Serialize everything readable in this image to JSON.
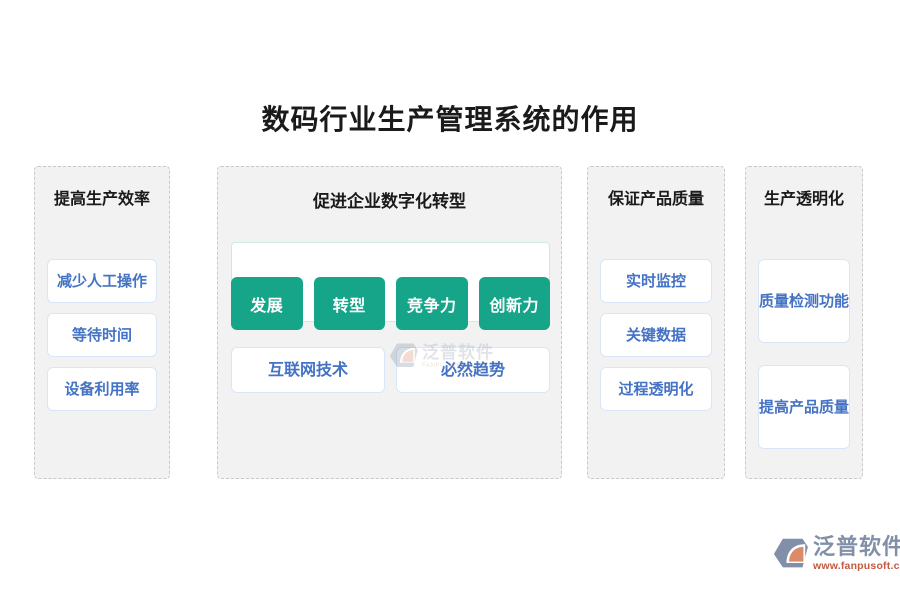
{
  "page": {
    "title": "数码行业生产管理系统的作用",
    "background_color": "#ffffff"
  },
  "colors": {
    "panel_fill": "#f2f2f2",
    "panel_border": "#c9c9c9",
    "card_border": "#d9e6f7",
    "card_text": "#4472c4",
    "chip_fill": "#17a589",
    "chip_text": "#ffffff",
    "heading_text": "#1a1a1a",
    "logo_cn": "#8190a8",
    "logo_en": "#c4593f"
  },
  "panels": [
    {
      "id": "panel-1",
      "heading": "提高生产效率",
      "items": [
        "减少人工操作",
        "等待时间",
        "设备利用率"
      ]
    },
    {
      "id": "panel-2",
      "heading": "促进企业数字化转型",
      "chips": [
        "发展",
        "转型",
        "竞争力",
        "创新力"
      ],
      "wide_items": [
        "互联网技术",
        "必然趋势"
      ]
    },
    {
      "id": "panel-3",
      "heading": "保证产品质量",
      "items": [
        "实时监控",
        "关键数据",
        "过程透明化"
      ]
    },
    {
      "id": "panel-4",
      "heading": "生产透明化",
      "items": [
        "质量检测功能",
        "提高产品质量"
      ]
    }
  ],
  "watermark": {
    "icon": "fanpu-logo-icon",
    "cn": "泛普软件",
    "en": "FANPU SOFTWARE"
  },
  "logo": {
    "icon": "fanpu-logo-icon",
    "cn": "泛普软件",
    "url": "www.fanpusoft.com"
  }
}
